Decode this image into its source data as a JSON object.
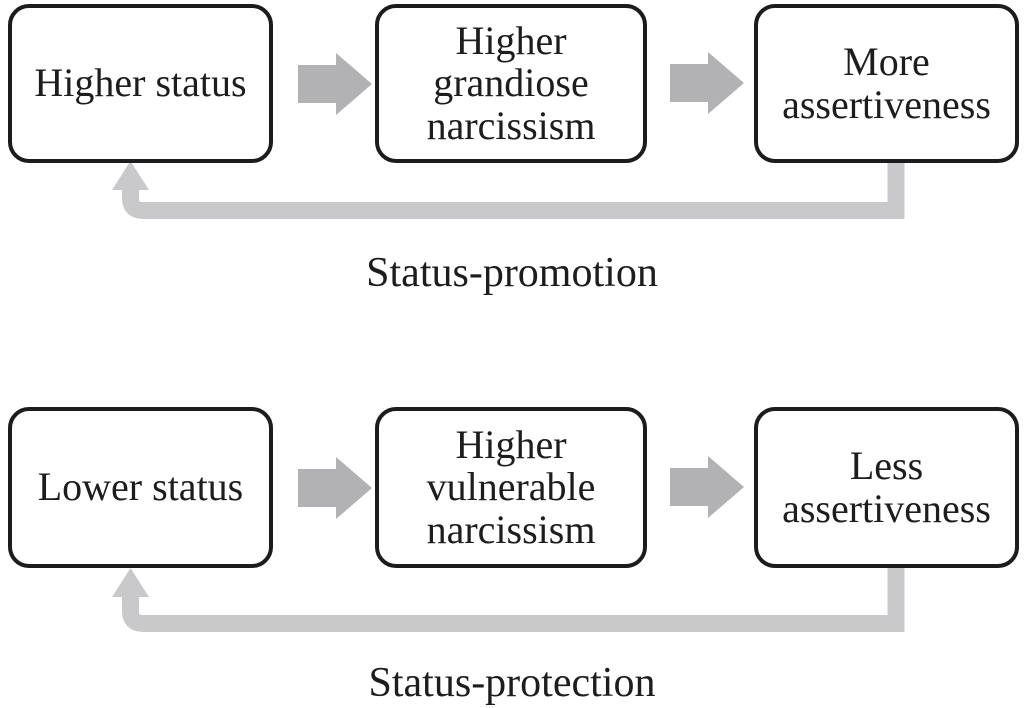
{
  "figure": {
    "type": "flow-diagram",
    "background": "#ffffff",
    "colors": {
      "box_border": "#1c1c1e",
      "text": "#1d1d1f",
      "block_arrow": "#b2b2b5",
      "loop_arrow": "#c9c9cc"
    },
    "processes": [
      {
        "label": "Status-promotion",
        "boxes": [
          "Higher status",
          "Higher grandiose narcissism",
          "More assertiveness"
        ]
      },
      {
        "label": "Status-protection",
        "boxes": [
          "Lower status",
          "Higher vulnerable narcissism",
          "Less assertiveness"
        ]
      }
    ]
  }
}
